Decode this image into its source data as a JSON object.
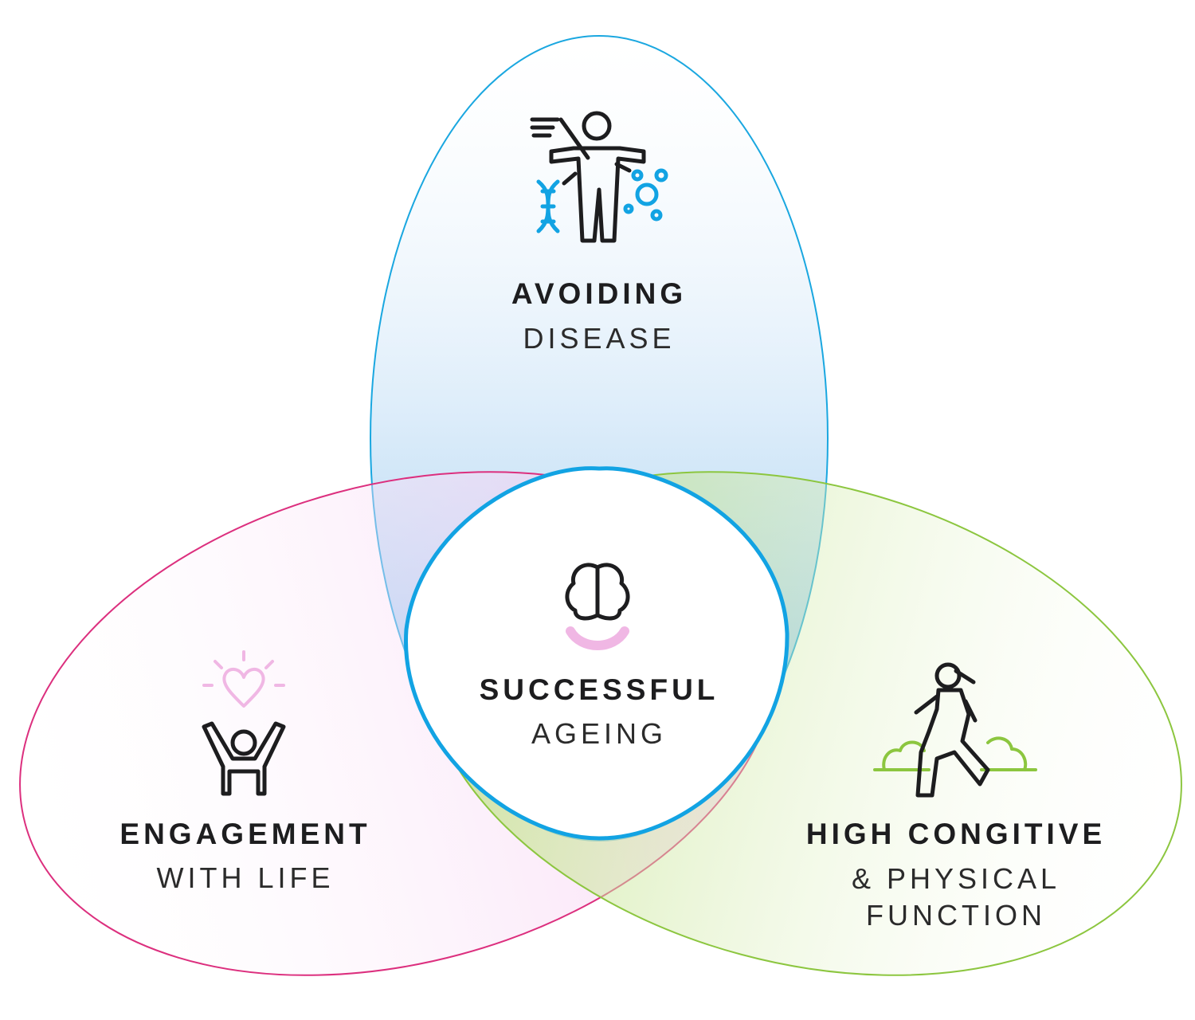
{
  "colors": {
    "top": "#1aa7e0",
    "left": "#dc2f7e",
    "right": "#8cc63f",
    "center_border": "#12a3e3",
    "icon_dark": "#1d1d1f",
    "icon_pink": "#f0b7e4"
  },
  "sets": [
    {
      "id": "top",
      "title": "AVOIDING",
      "subtitle": "DISEASE",
      "icon": "body-dna-virus-icon"
    },
    {
      "id": "left",
      "title": "ENGAGEMENT",
      "subtitle": "WITH LIFE",
      "icon": "raised-arms-heart-icon"
    },
    {
      "id": "right",
      "title": "HIGH CONGITIVE",
      "subtitle": "& PHYSICAL",
      "subtitle2": "FUNCTION",
      "icon": "running-person-icon"
    }
  ],
  "center": {
    "title": "SUCCESSFUL",
    "subtitle": "AGEING",
    "icon": "brain-smile-icon"
  }
}
